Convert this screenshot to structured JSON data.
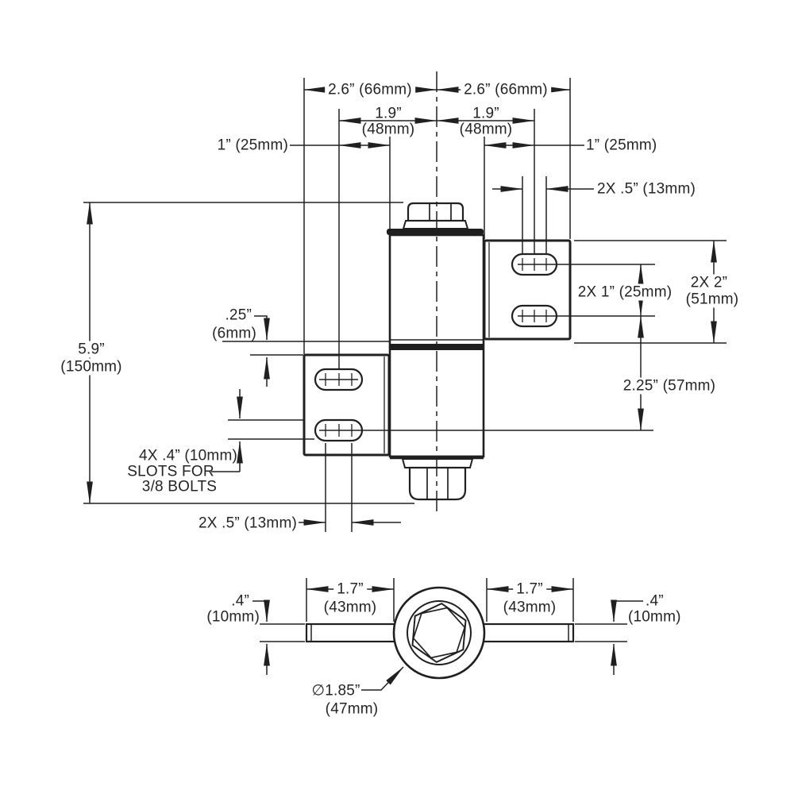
{
  "drawing_title": "hinge-two-plate-technical-drawing",
  "line_color": "#202020",
  "background_color": "#ffffff",
  "labels": {
    "top_left_overall": "2.6” (66mm)",
    "top_right_overall": "2.6” (66mm)",
    "left_slot_center_in": "1.9”",
    "left_slot_center_mm": "(48mm)",
    "right_slot_center_in": "1.9”",
    "right_slot_center_mm": "(48mm)",
    "left_slot_edge": "1” (25mm)",
    "right_slot_edge": "1” (25mm)",
    "top_slot_length": "2X .5” (13mm)",
    "plate_hole_spacing": "2X 1” (25mm)",
    "plate_height_in": "2X 2”",
    "plate_height_mm": "(51mm)",
    "overall_height_in": "5.9”",
    "overall_height_mm": "(150mm)",
    "plate_gap_in": ".25”",
    "plate_gap_mm": "(6mm)",
    "cross_offset": "2.25” (57mm)",
    "slot_note_line1": "4X .4” (10mm)",
    "slot_note_line2": "SLOTS FOR",
    "slot_note_line3": "3/8 BOLTS",
    "bottom_slot_length": "2X .5” (13mm)",
    "arm_left_in": "1.7”",
    "arm_left_mm": "(43mm)",
    "arm_right_in": "1.7”",
    "arm_right_mm": "(43mm)",
    "arm_width_left_in": ".4”",
    "arm_width_left_mm": "(10mm)",
    "arm_width_right_in": ".4”",
    "arm_width_right_mm": "(10mm)",
    "diameter_in": "∅1.85”",
    "diameter_mm": "(47mm)"
  }
}
